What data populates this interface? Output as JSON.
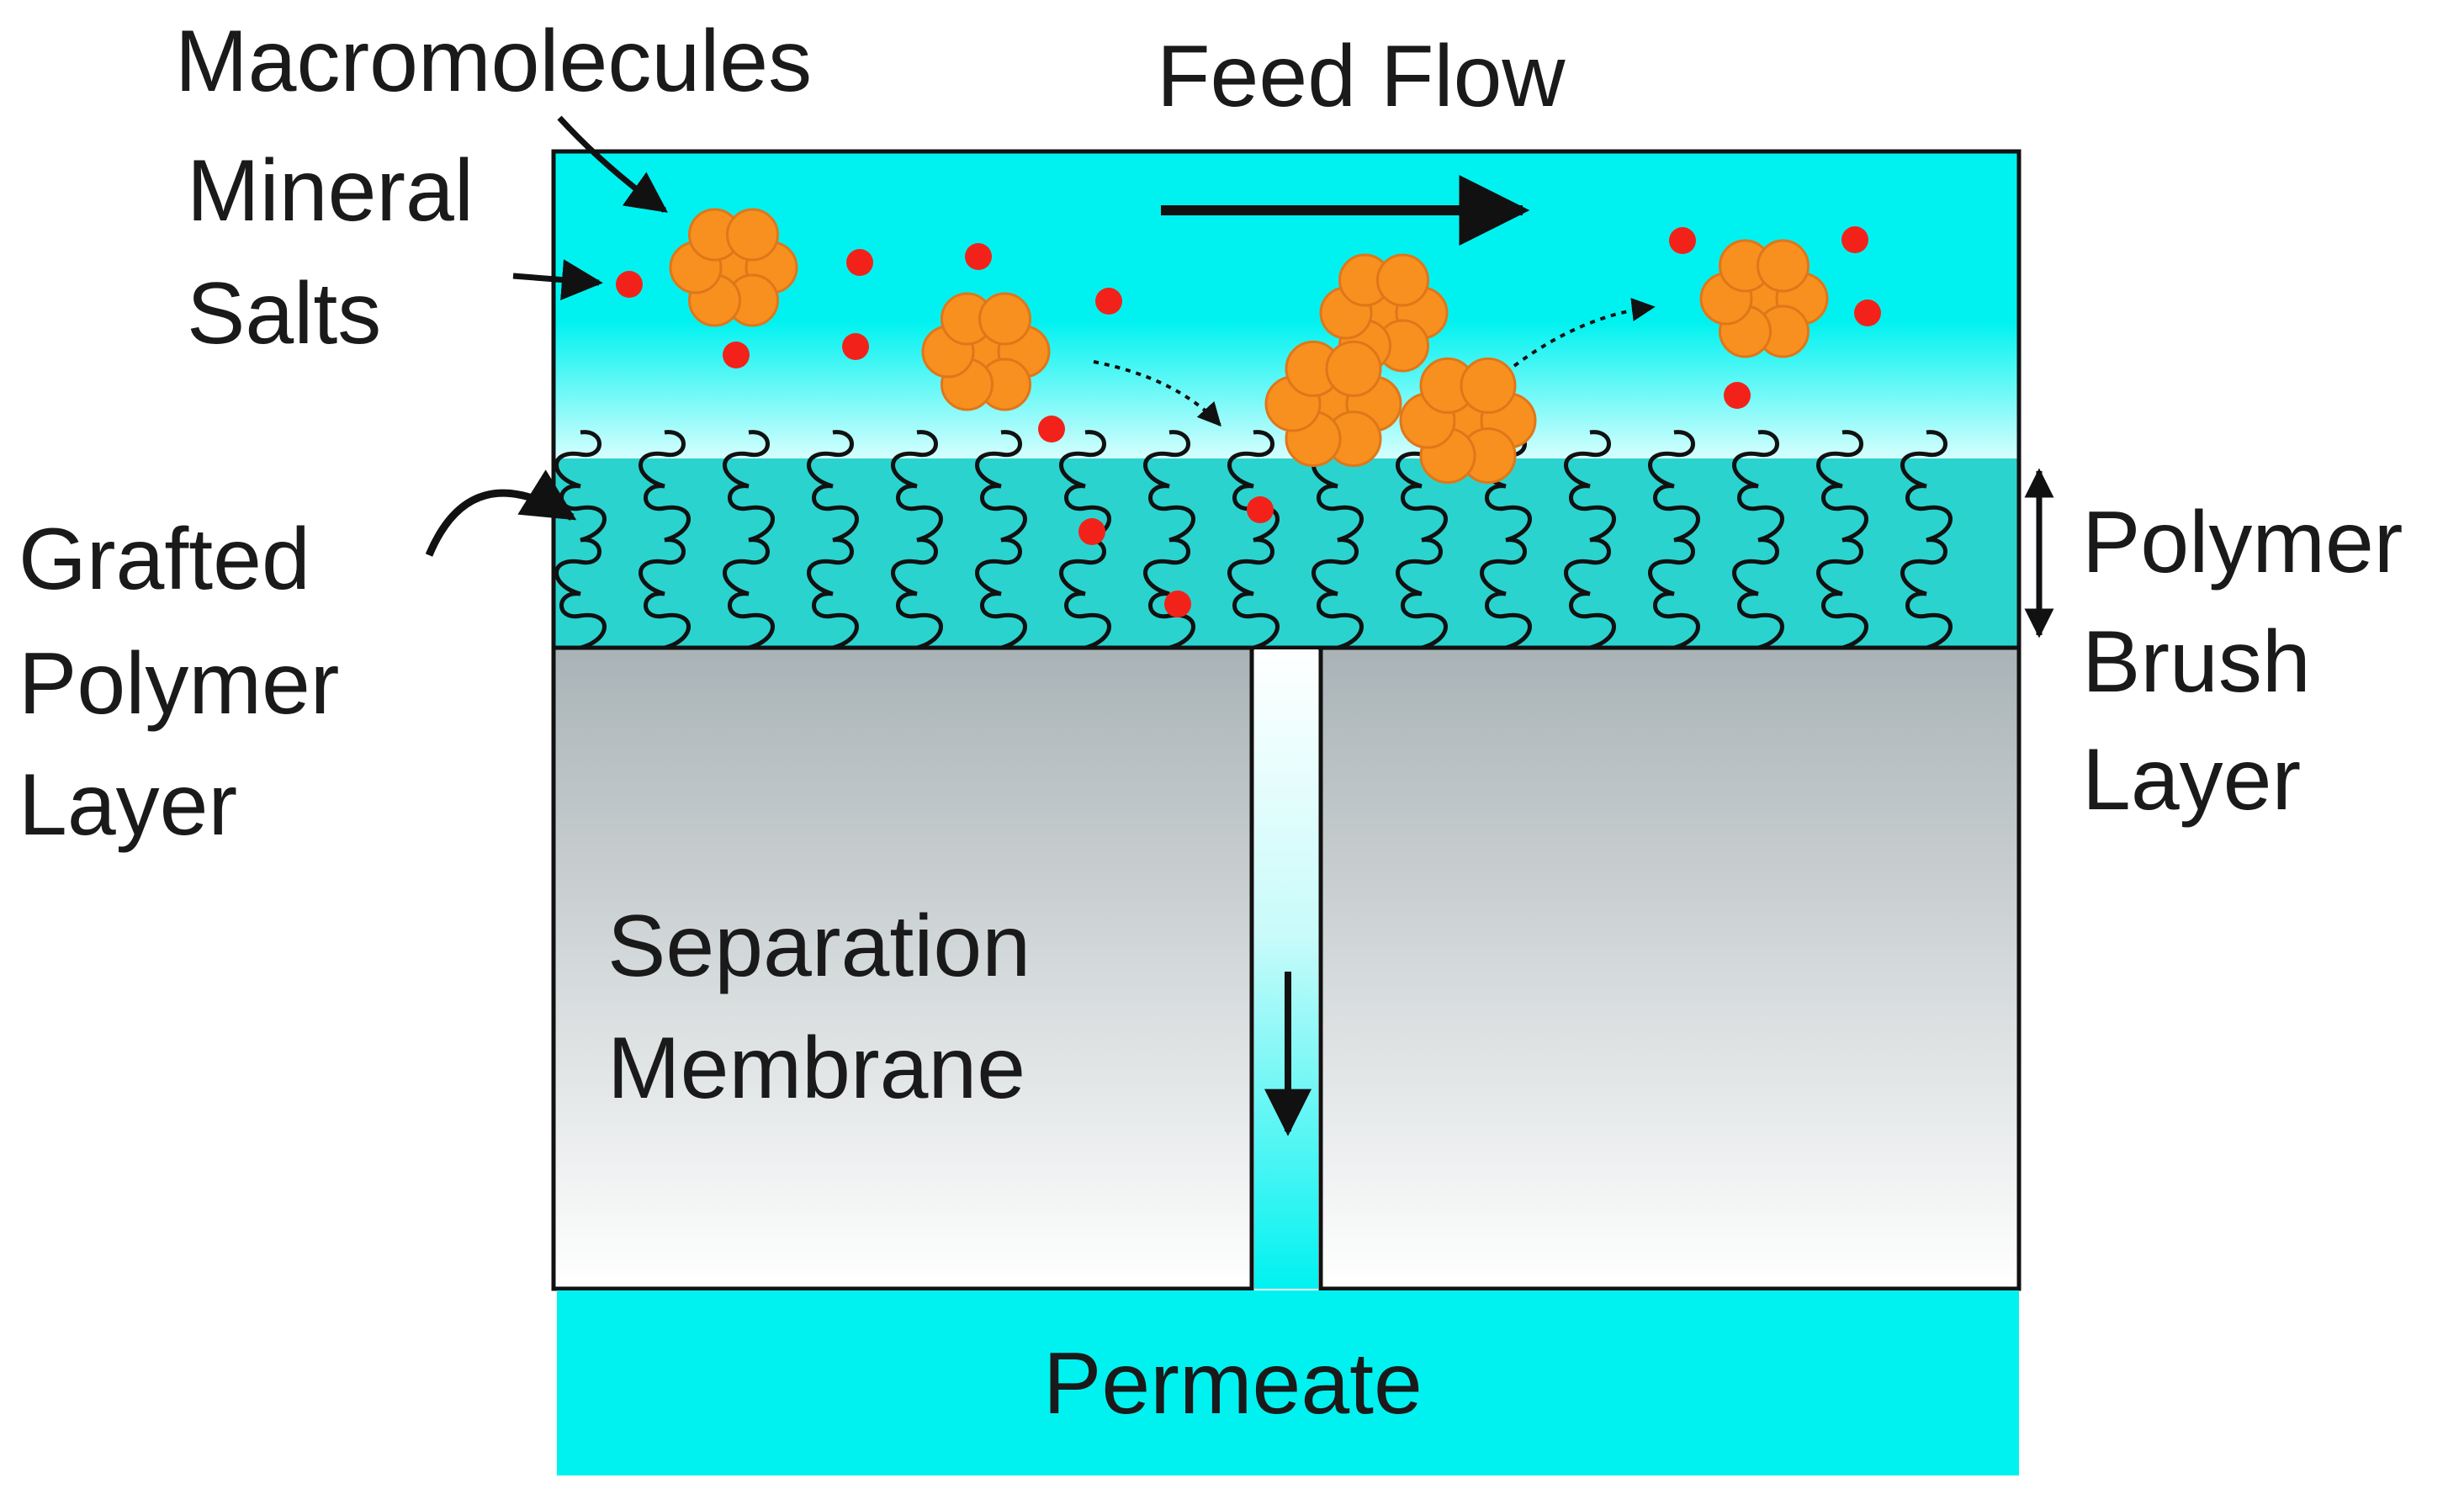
{
  "labels": {
    "macromolecules": "Macromolecules",
    "mineral_salts": [
      "Mineral",
      "Salts"
    ],
    "feed_flow": "Feed Flow",
    "grafted_polymer_layer": [
      "Grafted",
      "Polymer",
      "Layer"
    ],
    "polymer_brush_layer": [
      "Polymer",
      "Brush",
      "Layer"
    ],
    "separation_membrane": [
      "Separation",
      "Membrane"
    ],
    "permeate": "Permeate"
  },
  "colors": {
    "feed": "#00f2f0",
    "brush_layer": "#2bd3cf",
    "membrane_top": "#a9b3b6",
    "membrane_bottom": "#ffffff",
    "macromolecule": "#f7901e",
    "macromolecule_stroke": "#e0761a",
    "salt": "#f2221a",
    "line": "#111111"
  },
  "icons": {
    "macromolecule": "orange-cluster-icon",
    "mineral_salt": "red-dot-icon",
    "polymer_chain": "coil-icon"
  }
}
